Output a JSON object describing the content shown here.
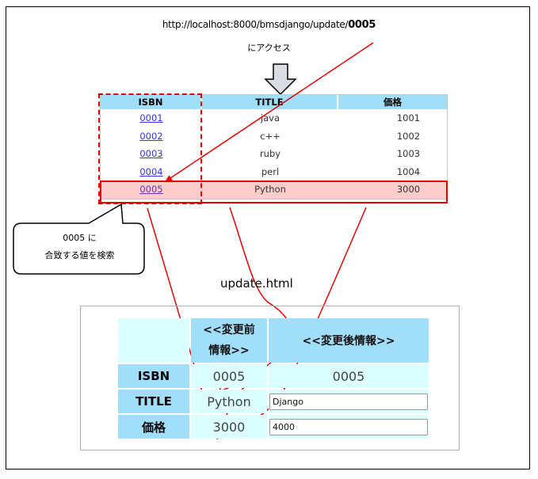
{
  "header": {
    "url_prefix": "http://localhost:8000/bmsdjango/update/",
    "url_id": "0005",
    "access_label": "にアクセス"
  },
  "book_list": {
    "columns": [
      "ISBN",
      "TITLE",
      "価格"
    ],
    "rows": [
      {
        "isbn": "0001",
        "title": "java",
        "price": "1001"
      },
      {
        "isbn": "0002",
        "title": "c++",
        "price": "1002"
      },
      {
        "isbn": "0003",
        "title": "ruby",
        "price": "1003"
      },
      {
        "isbn": "0004",
        "title": "perl",
        "price": "1004"
      },
      {
        "isbn": "0005",
        "title": "Python",
        "price": "3000"
      }
    ],
    "highlighted_row": "0005"
  },
  "callout": {
    "line1": "0005 に",
    "line2": "合致する値を検索"
  },
  "update_page": {
    "label": "update.html",
    "header_before": "<<変更前情報>>",
    "header_before_line1": "<<変更前",
    "header_before_line2": "情報>>",
    "header_after": "<<変更後情報>>",
    "rows": [
      {
        "label": "ISBN",
        "before": "0005",
        "after": "0005"
      },
      {
        "label": "TITLE",
        "before": "Python",
        "after_input": "Django"
      },
      {
        "label": "価格",
        "before": "3000",
        "after_input": "4000"
      }
    ]
  },
  "colors": {
    "highlight_red": "#e60000",
    "header_blue": "#a0defa",
    "cell_cyan": "#dcffff",
    "row_pink": "#ffcccc"
  }
}
